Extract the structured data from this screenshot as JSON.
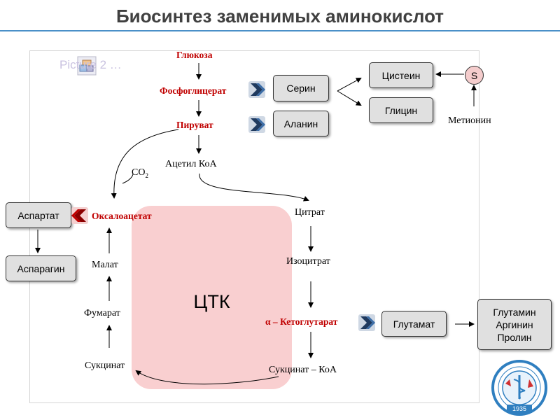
{
  "title": "Биосинтез заменимых аминокислот",
  "picture_placeholder": "Picture 2 …",
  "tca_label": "ЦТК",
  "pathway": {
    "glucose": "Глюкоза",
    "phosphoglycerate": "Фосфоглицерат",
    "pyruvate": "Пируват",
    "acetyl_coa": "Ацетил КоА",
    "co2": "CO",
    "co2_sub": "2"
  },
  "cycle": {
    "oxaloacetate": "Оксалоацетат",
    "citrate": "Цитрат",
    "isocitrate": "Изоцитрат",
    "alpha_ketoglutarate": "α – Кетоглутарат",
    "succinyl_coa": "Сукцинат – КоА",
    "succinate": "Сукцинат",
    "fumarate": "Фумарат",
    "malate": "Малат"
  },
  "boxes": {
    "serine": "Серин",
    "alanine": "Аланин",
    "cysteine": "Цистеин",
    "glycine": "Глицин",
    "aspartate": "Аспартат",
    "asparagine": "Аспарагин",
    "glutamate": "Глутамат",
    "glutamine_group": [
      "Глутамин",
      "Аргинин",
      "Пролин"
    ]
  },
  "methionine": "Метионин",
  "sulfur": "S",
  "logo_year": "1935",
  "colors": {
    "accent": "#4a90c8",
    "red_text": "#c00000",
    "tca_fill": "#f9cfd0",
    "box_fill": "#e0e0e0",
    "chevron": "#1f3a5f"
  }
}
